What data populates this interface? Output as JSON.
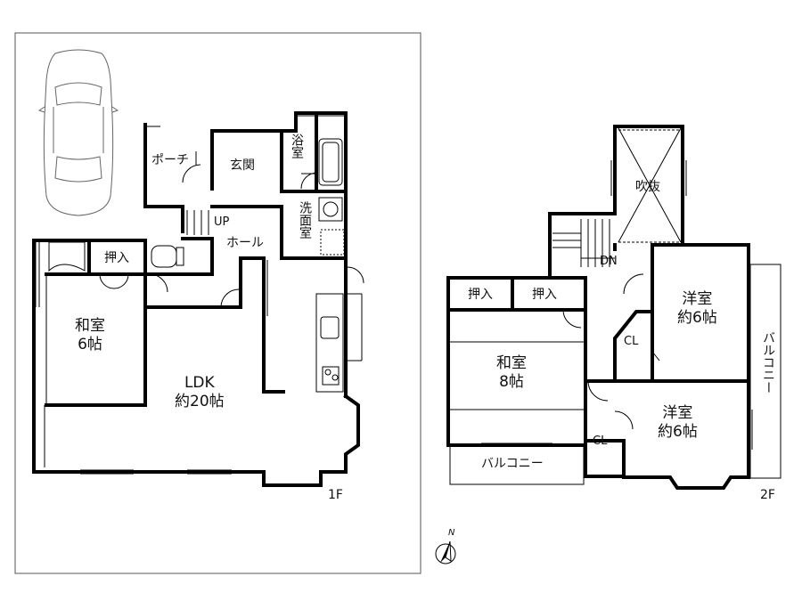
{
  "floor_1": {
    "floor_label": "1F",
    "rooms": {
      "porch": "ポーチ",
      "entrance": "玄関",
      "bath": "浴室",
      "washroom": "洗面室",
      "hall": "ホール",
      "up": "UP",
      "closet": "押入",
      "washitsu_name": "和室",
      "washitsu_size": "6帖",
      "ldk_name": "LDK",
      "ldk_size": "約20帖"
    }
  },
  "floor_2": {
    "floor_label": "2F",
    "rooms": {
      "void": "吹抜",
      "down": "DN",
      "closet_a": "押入",
      "closet_b": "押入",
      "washitsu_name": "和室",
      "washitsu_size": "8帖",
      "western_ne_name": "洋室",
      "western_ne_size": "約6帖",
      "western_se_name": "洋室",
      "western_se_size": "約6帖",
      "cl_upper": "CL",
      "cl_lower": "CL",
      "balcony_south": "バルコニー",
      "balcony_east": "バルコニー"
    }
  },
  "compass": {
    "north": "N"
  }
}
